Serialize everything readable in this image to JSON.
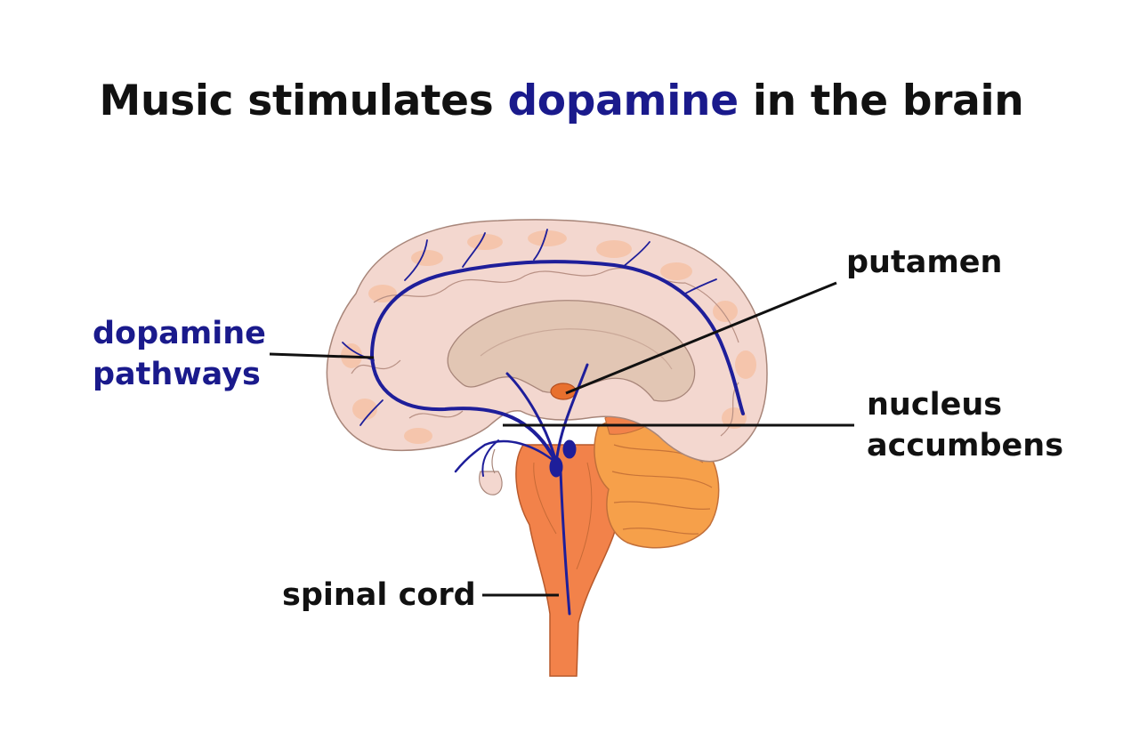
{
  "title": {
    "before": "Music stimulates ",
    "highlight": "dopamine",
    "after": " in the brain"
  },
  "labels": {
    "dopamine_pathways": [
      "dopamine",
      "pathways"
    ],
    "putamen": "putamen",
    "nucleus_accumbens": [
      "nucleus",
      "accumbens"
    ],
    "spinal_cord": "spinal cord"
  },
  "colors": {
    "highlight": "#1a1a8c",
    "pathway": "#1e1e9a",
    "cortex": "#f3d7cf",
    "cortex_spots": "#f6c3a6",
    "inner_brain": "#e2c6b4",
    "brainstem": "#f2824a",
    "cerebellum": "#f6a04a",
    "putamen": "#e8702e"
  }
}
